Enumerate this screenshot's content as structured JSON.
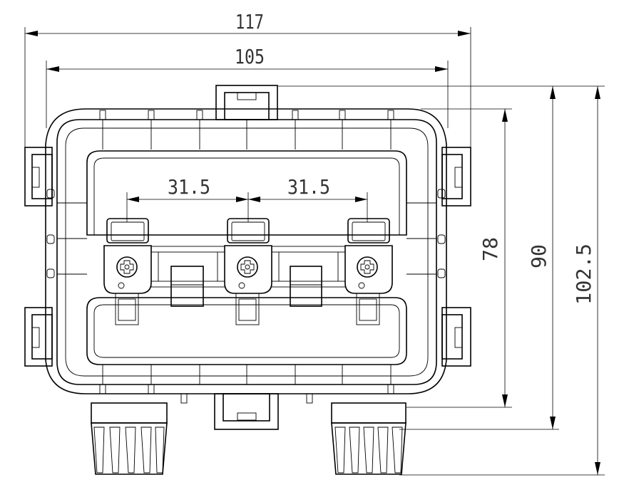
{
  "dimensions": {
    "overall_width": "117",
    "body_width": "105",
    "terminal_pitch_left": "31.5",
    "terminal_pitch_right": "31.5",
    "inner_height": "78",
    "body_height": "90",
    "overall_height": "102.5"
  },
  "icons": {
    "terminal_screw": "phillips-screw-icon"
  }
}
